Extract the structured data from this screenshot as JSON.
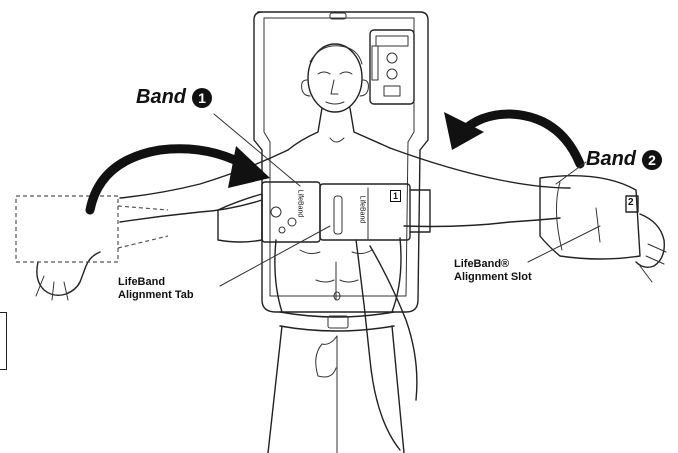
{
  "diagram": {
    "band1": {
      "label": "Band",
      "number": "1"
    },
    "band2": {
      "label": "Band",
      "number": "2"
    },
    "tab_label": {
      "line1": "LifeBand",
      "line2": "Alignment Tab"
    },
    "slot_label": {
      "line1": "LifeBand®",
      "line2": "Alignment Slot"
    },
    "device_text": {
      "band_text_a": "LifeBand",
      "band_text_b": "LifeBand",
      "tag_1": "1",
      "tag_2": "2"
    }
  },
  "colors": {
    "line": "#222222",
    "arrow": "#111111",
    "band_strap": "#333333",
    "background": "#ffffff"
  }
}
